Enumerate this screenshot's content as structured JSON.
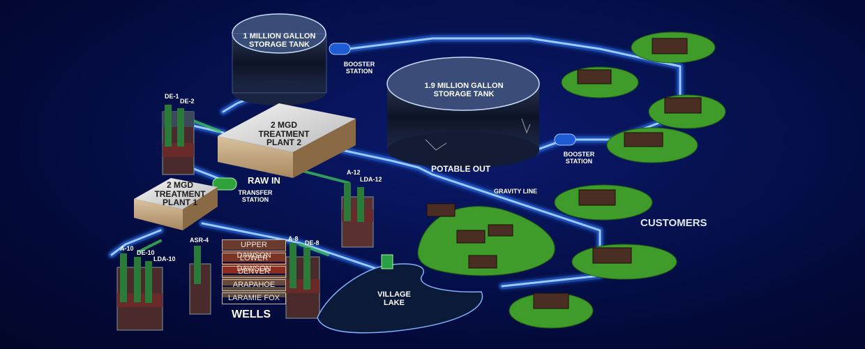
{
  "tanks": {
    "small": "1 MILLION GALLON\nSTORAGE TANK",
    "small_line1": "1 MILLION GALLON",
    "small_line2": "STORAGE TANK",
    "large_line1": "1.9 MILLION GALLON",
    "large_line2": "STORAGE TANK"
  },
  "stations": {
    "booster_top_1": "BOOSTER",
    "booster_top_2": "STATION",
    "booster_right_1": "BOOSTER",
    "booster_right_2": "STATION",
    "transfer_1": "TRANSFER",
    "transfer_2": "STATION"
  },
  "plants": {
    "plant2_line1": "2 MGD",
    "plant2_line2": "TREATMENT",
    "plant2_line3": "PLANT 2",
    "plant1_line1": "2 MGD",
    "plant1_line2": "TREATMENT",
    "plant1_line3": "PLANT 1"
  },
  "flow_labels": {
    "raw_in": "RAW IN",
    "potable_out": "POTABLE OUT",
    "gravity_line": "GRAVITY LINE"
  },
  "wells": {
    "de1": "DE-1",
    "de2": "DE-2",
    "a12": "A-12",
    "lda12": "LDA-12",
    "a10": "A-10",
    "de10": "DE-10",
    "lda10": "LDA-10",
    "asr4": "ASR-4",
    "a8": "A-8",
    "de8": "DE-8",
    "title": "WELLS"
  },
  "aquifers": [
    "UPPER DAWSON",
    "LOWER DAWSON",
    "DENVER",
    "ARAPAHOE",
    "LARAMIE FOX"
  ],
  "lake": {
    "line1": "VILLAGE",
    "line2": "LAKE"
  },
  "customers": "CUSTOMERS",
  "colors": {
    "pipe_glow": "#2f7cff",
    "pipe_core": "#8fc4ff",
    "grass": "#3f9b2a",
    "water": "#0c1a3a"
  }
}
